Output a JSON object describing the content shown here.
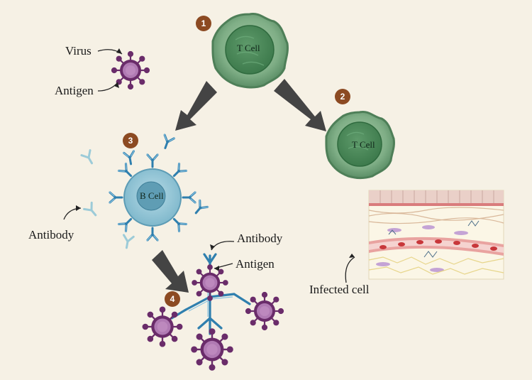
{
  "labels": {
    "virus": "Virus",
    "antigen_top": "Antigen",
    "t_cell_1": "T Cell",
    "t_cell_2": "T Cell",
    "b_cell": "B Cell",
    "antibody_left": "Antibody",
    "antibody_cluster": "Antibody",
    "antigen_cluster": "Antigen",
    "infected_cell": "Infected cell"
  },
  "steps": [
    "1",
    "2",
    "3",
    "4"
  ],
  "colors": {
    "background": "#f6f1e5",
    "t_cell": "#7fae86",
    "b_cell": "#8ec3d6",
    "virus": "#6a2c6a",
    "antibody": "#2f7fae",
    "badge": "#8c4a22",
    "arrow": "#444444",
    "vessel": "#c8373a"
  }
}
